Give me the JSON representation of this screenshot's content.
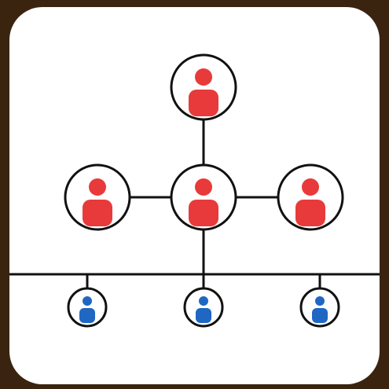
{
  "diagram": {
    "colors": {
      "frame": "#3a2410",
      "card": "#ffffff",
      "line": "#111111",
      "leader_person": "#e83a3a",
      "member_person": "#1f67c2",
      "circle_fill": "#ffffff",
      "circle_stroke": "#111111"
    },
    "icons": {
      "leader": "person-icon",
      "member": "person-icon"
    },
    "nodes": [
      {
        "id": "top",
        "role": "leader"
      },
      {
        "id": "left",
        "role": "leader"
      },
      {
        "id": "center",
        "role": "leader"
      },
      {
        "id": "right",
        "role": "leader"
      },
      {
        "id": "bottom-left",
        "role": "member"
      },
      {
        "id": "bottom-center",
        "role": "member"
      },
      {
        "id": "bottom-right",
        "role": "member"
      }
    ],
    "edges": [
      [
        "top",
        "center"
      ],
      [
        "left",
        "center"
      ],
      [
        "center",
        "right"
      ],
      [
        "center",
        "bus"
      ],
      [
        "bus",
        "bottom-left"
      ],
      [
        "bus",
        "bottom-center"
      ],
      [
        "bus",
        "bottom-right"
      ]
    ]
  }
}
